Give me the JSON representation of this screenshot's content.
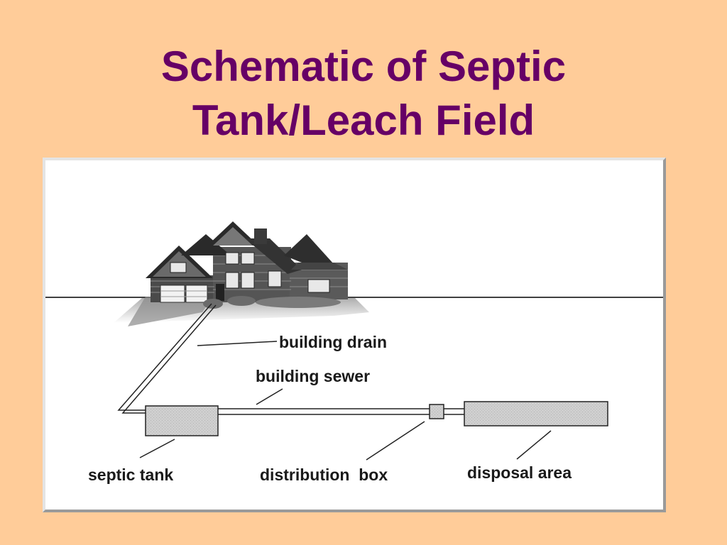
{
  "slide": {
    "title_line1": "Schematic of Septic",
    "title_line2": "Tank/Leach Field"
  },
  "diagram": {
    "labels": {
      "building_drain": "building drain",
      "building_sewer": "building sewer",
      "septic_tank": "septic tank",
      "distribution_box": "distribution  box",
      "disposal_area": "disposal area"
    }
  },
  "colors": {
    "background": "#FFCC99",
    "title": "#660066",
    "figure": "#FFFFFF"
  }
}
